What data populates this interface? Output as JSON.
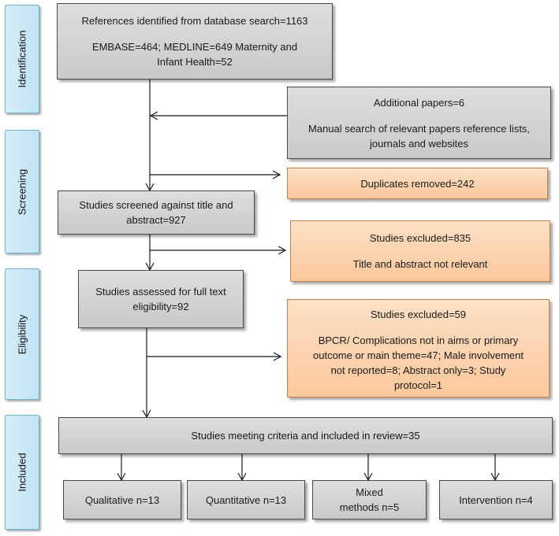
{
  "phases": [
    {
      "label": "Identification"
    },
    {
      "label": "Screening"
    },
    {
      "label": "Eligibility"
    },
    {
      "label": "Included"
    }
  ],
  "boxes": {
    "database_search": {
      "title": "References identified from database search=1163",
      "detail": "EMBASE=464; MEDLINE=649 Maternity and Infant Health=52"
    },
    "additional_papers": {
      "title": "Additional papers=6",
      "detail": "Manual search of relevant papers reference lists, journals and websites"
    },
    "duplicates_removed": {
      "title": "Duplicates removed=242"
    },
    "screened": {
      "title": "Studies screened against title and abstract=927"
    },
    "excluded_screening": {
      "title": "Studies excluded=835",
      "detail": "Title and abstract not relevant"
    },
    "assessed": {
      "title": "Studies assessed for full text eligibility=92"
    },
    "excluded_eligibility": {
      "title": "Studies excluded=59",
      "detail": "BPCR/ Complications not in aims or primary outcome or main theme=47; Male involvement not reported=8; Abstract only=3; Study protocol=1"
    },
    "included": {
      "title": "Studies meeting criteria and included in review=35"
    },
    "qualitative": {
      "title": "Qualitative n=13"
    },
    "quantitative": {
      "title": "Quantitative n=13"
    },
    "mixed_methods": {
      "title": "Mixed methods n=5"
    },
    "intervention": {
      "title": "Intervention n=4"
    }
  },
  "colors": {
    "phase_fill": "#bfe3f3",
    "grey_box": "#d3d3d3",
    "orange_box": "#fbc89c",
    "arrow": "#1a1a1a"
  }
}
